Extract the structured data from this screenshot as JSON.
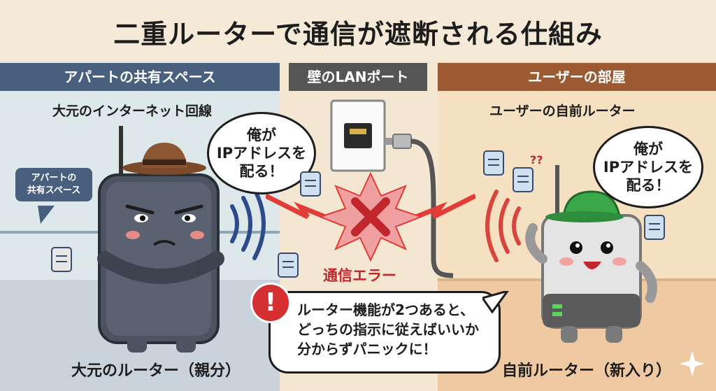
{
  "title": "二重ルーターで通信が遮断される仕組み",
  "sections": {
    "left": "アパートの共有スペース",
    "middle": "壁のLANポート",
    "right": "ユーザーの部屋"
  },
  "left": {
    "subheading": "大元のインターネット回線",
    "wall_tag": "アパートの\n共有スペース",
    "speech": "俺が\nIPアドレスを\n配る！",
    "caption": "大元のルーター（親分）"
  },
  "right": {
    "subheading": "ユーザーの自前ルーター",
    "speech": "俺が\nIPアドレスを\n配る！",
    "caption": "自前ルーター（新入り）"
  },
  "center": {
    "error_label": "通信エラー",
    "warning_icon": "!",
    "warning_text": "ルーター機能が2つあると、\nどっちの指示に従えばいいか\n分からずパニックに！"
  },
  "colors": {
    "left_band": "#48607e",
    "middle_band": "#555555",
    "right_band": "#9c5a33",
    "error_red": "#c0262b"
  },
  "icons": [
    "cowboy-hat-icon",
    "cap-icon",
    "document-icon",
    "question-marks-icon",
    "signal-waves-icon",
    "cross-icon",
    "lan-port-icon",
    "lan-cable-icon",
    "warning-icon",
    "sparkle-icon"
  ]
}
